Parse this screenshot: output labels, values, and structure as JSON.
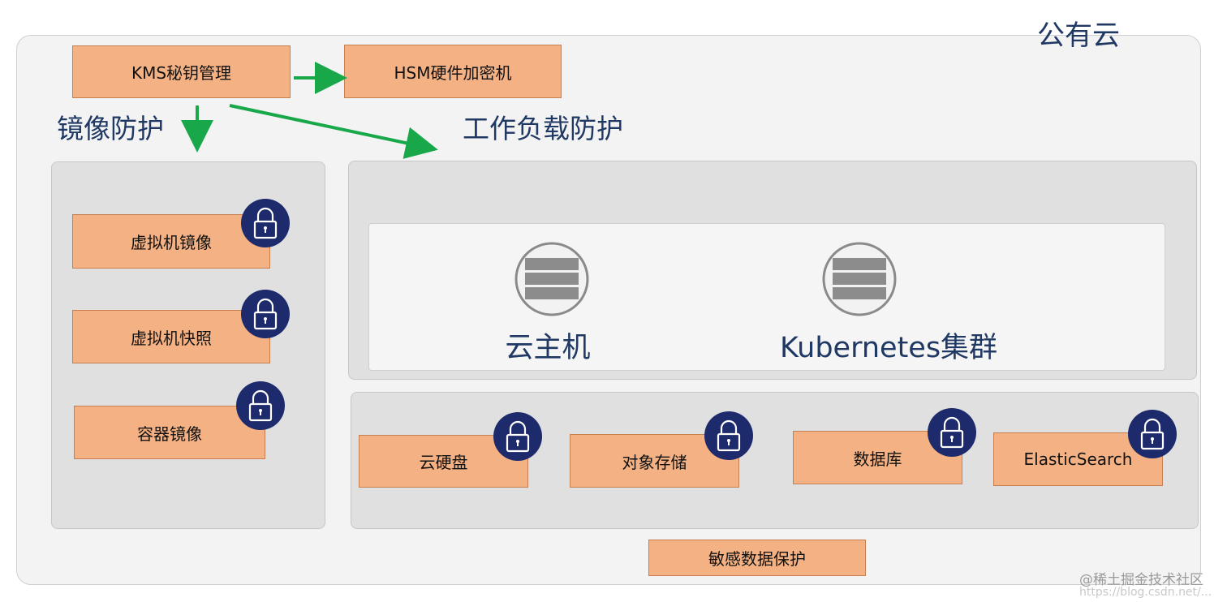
{
  "title": "公有云",
  "sections": {
    "image_protection": "镜像防护",
    "workload_protection": "工作负载防护"
  },
  "key_mgmt": {
    "kms": "KMS秘钥管理",
    "hsm": "HSM硬件加密机"
  },
  "image_items": [
    "虚拟机镜像",
    "虚拟机快照",
    "容器镜像"
  ],
  "workloads": [
    "云主机",
    "Kubernetes集群"
  ],
  "data_stores": [
    "云硬盘",
    "对象存储",
    "数据库",
    "ElasticSearch"
  ],
  "data_protection_label": "敏感数据保护",
  "watermark": "@稀土掘金技术社区",
  "watermark_url": "https://blog.csdn.net/..."
}
